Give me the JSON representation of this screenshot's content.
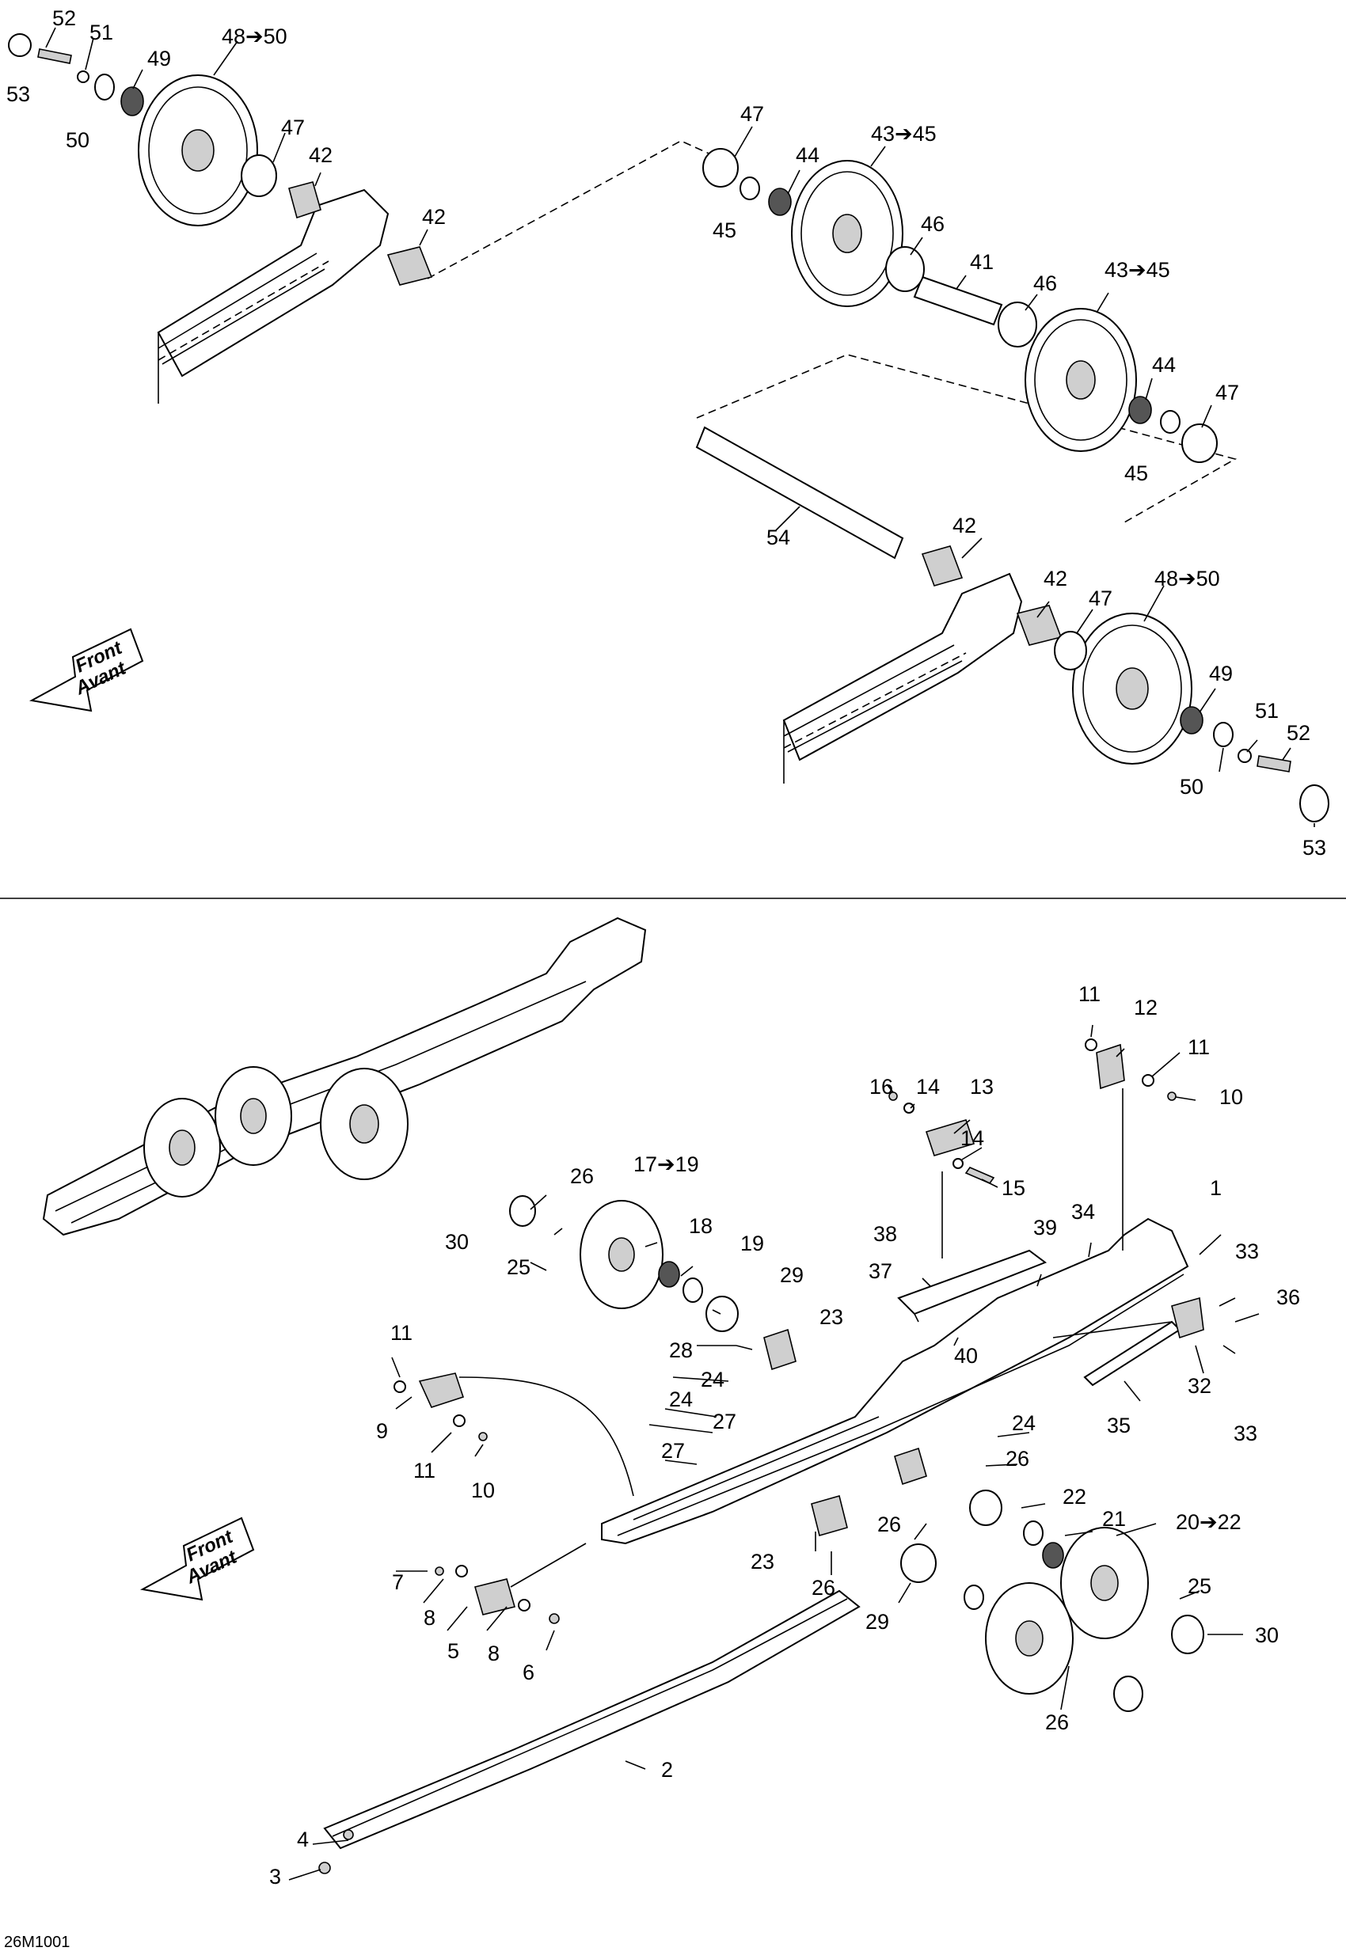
{
  "diagram_code": "26M1001",
  "direction_arrow": {
    "line1": "Front",
    "line2": "Avant"
  },
  "callouts": {
    "c1": "1",
    "c2": "2",
    "c3": "3",
    "c4": "4",
    "c5": "5",
    "c6": "6",
    "c7": "7",
    "c8": "8",
    "c9": "9",
    "c10": "10",
    "c11": "11",
    "c12": "12",
    "c13": "13",
    "c14": "14",
    "c15": "15",
    "c16": "16",
    "c17_19": "17➔19",
    "c18": "18",
    "c19": "19",
    "c20_22": "20➔22",
    "c21": "21",
    "c22": "22",
    "c23": "23",
    "c24": "24",
    "c25": "25",
    "c26": "26",
    "c27": "27",
    "c28": "28",
    "c29": "29",
    "c30": "30",
    "c32": "32",
    "c33": "33",
    "c34": "34",
    "c35": "35",
    "c36": "36",
    "c37": "37",
    "c38": "38",
    "c39": "39",
    "c40": "40",
    "c41": "41",
    "c42": "42",
    "c43_45": "43➔45",
    "c44": "44",
    "c45": "45",
    "c46": "46",
    "c47": "47",
    "c48_50": "48➔50",
    "c49": "49",
    "c50": "50",
    "c51": "51",
    "c52": "52",
    "c53": "53",
    "c54": "54"
  }
}
